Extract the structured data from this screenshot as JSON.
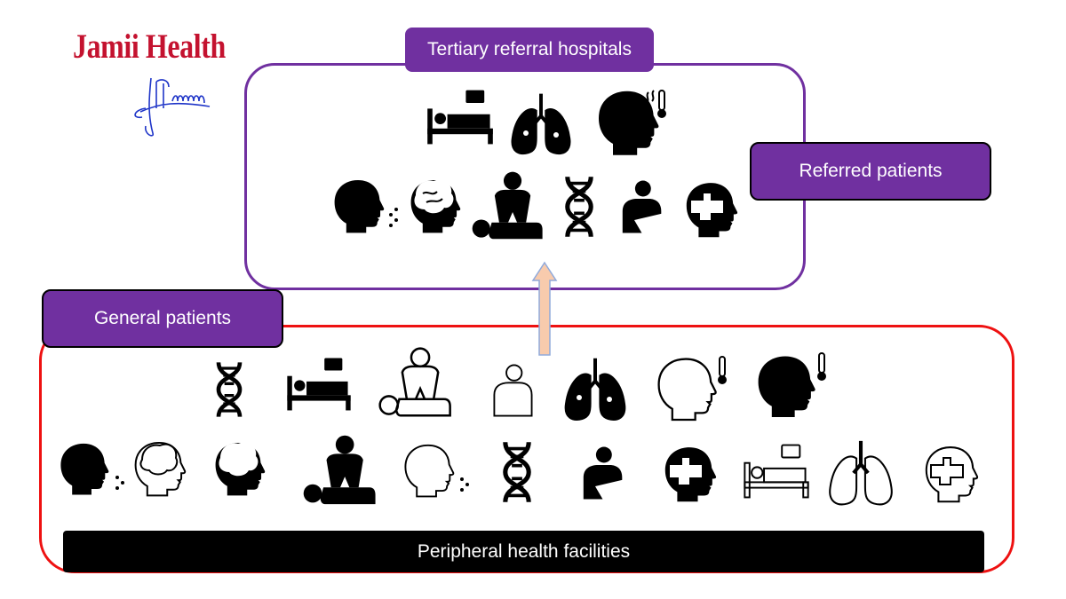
{
  "logo": {
    "name": "Jamii Health",
    "color": "#c4122f"
  },
  "labels": {
    "tertiary": "Tertiary referral hospitals",
    "referred": "Referred patients",
    "general": "General patients",
    "peripheral": "Peripheral health facilities"
  },
  "colors": {
    "purple": "#7030a0",
    "red": "#ee1111",
    "arrow_fill": "#f8cbad",
    "arrow_stroke": "#8faadc"
  },
  "icons": {
    "tertiary_row1": [
      "hospital-bed-monitor-icon",
      "lungs-infection-icon",
      "head-fever-icon"
    ],
    "tertiary_row2": [
      "head-cough-icon",
      "head-brain-icon",
      "cpr-icon",
      "dna-icon",
      "arm-sling-icon",
      "head-puzzle-icon"
    ],
    "general_row1": [
      "dna-icon",
      "hospital-bed-monitor-icon",
      "cpr-outline-icon",
      "arm-sling-outline-icon",
      "lungs-infection-icon",
      "head-fever-outline-icon",
      "head-fever-icon"
    ],
    "general_row2": [
      "head-cough-icon",
      "head-brain-outline-icon",
      "head-brain-icon",
      "cpr-icon",
      "head-cough-outline-icon",
      "dna-icon",
      "arm-sling-icon",
      "head-puzzle-icon",
      "hospital-bed-monitor-outline-icon",
      "lungs-infection-outline-icon",
      "head-puzzle-outline-icon"
    ]
  }
}
